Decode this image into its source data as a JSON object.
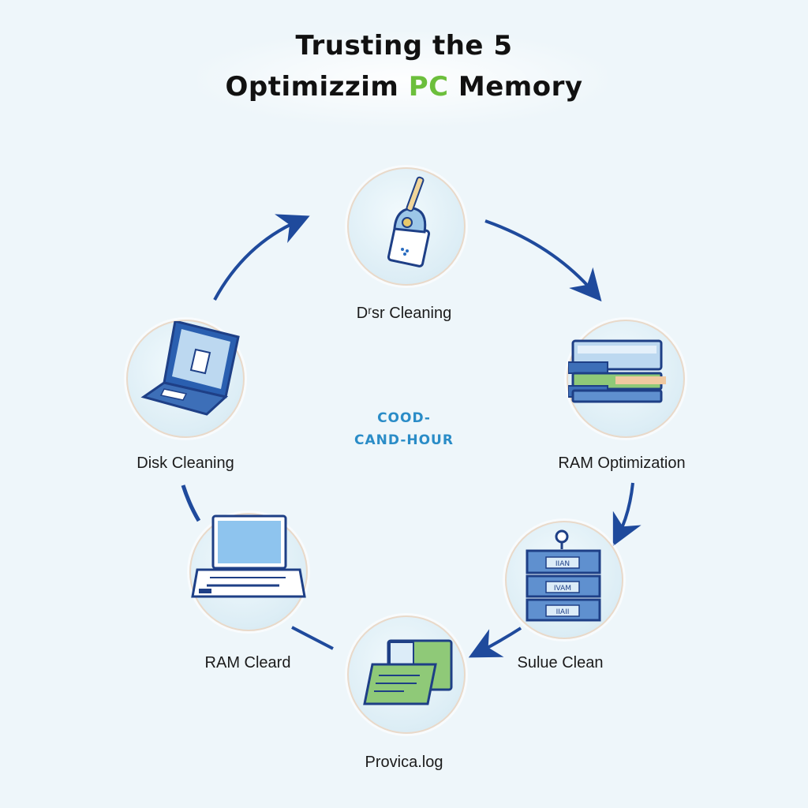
{
  "title": {
    "line1": "Trusting the 5",
    "line2_prefix": "Optimizzim",
    "line2_accent": "PC",
    "line2_suffix": "Memory"
  },
  "center": {
    "line1": "COOD-",
    "line2": "CAND-HOUR"
  },
  "nodes": [
    {
      "label": "Dʳsr Cleaning",
      "icon": "brush-icon"
    },
    {
      "label": "RAM Optimization",
      "icon": "ram-stack-icon"
    },
    {
      "label": "Sulue Clean",
      "icon": "server-rack-icon"
    },
    {
      "label": "Provica.log",
      "icon": "documents-icon"
    },
    {
      "label": "RAM Cleard",
      "icon": "laptop-open-icon"
    },
    {
      "label": "Disk Cleaning",
      "icon": "laptop-icon"
    }
  ],
  "icon_texts": {
    "server_labels": [
      "IIAN",
      "IVAM",
      "IIAII"
    ]
  },
  "colors": {
    "arrow": "#1f4a9c",
    "accent_green": "#6cbf3c",
    "center_text": "#2a8cc7"
  }
}
